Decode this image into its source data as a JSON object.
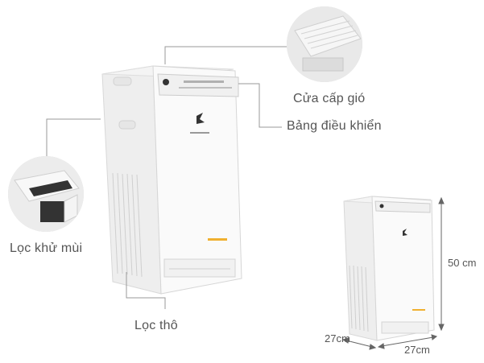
{
  "labels": {
    "air_vent": "Cửa cấp gió",
    "control_panel": "Bảng điều khiển",
    "deodorizing_filter": "Lọc khử mùi",
    "pre_filter": "Lọc thô"
  },
  "dimensions": {
    "height": "50 cm",
    "depth": "27cm",
    "width": "27cm"
  },
  "colors": {
    "body": "#f7f7f7",
    "accent": "#f0b030",
    "brand_dark": "#333333"
  }
}
